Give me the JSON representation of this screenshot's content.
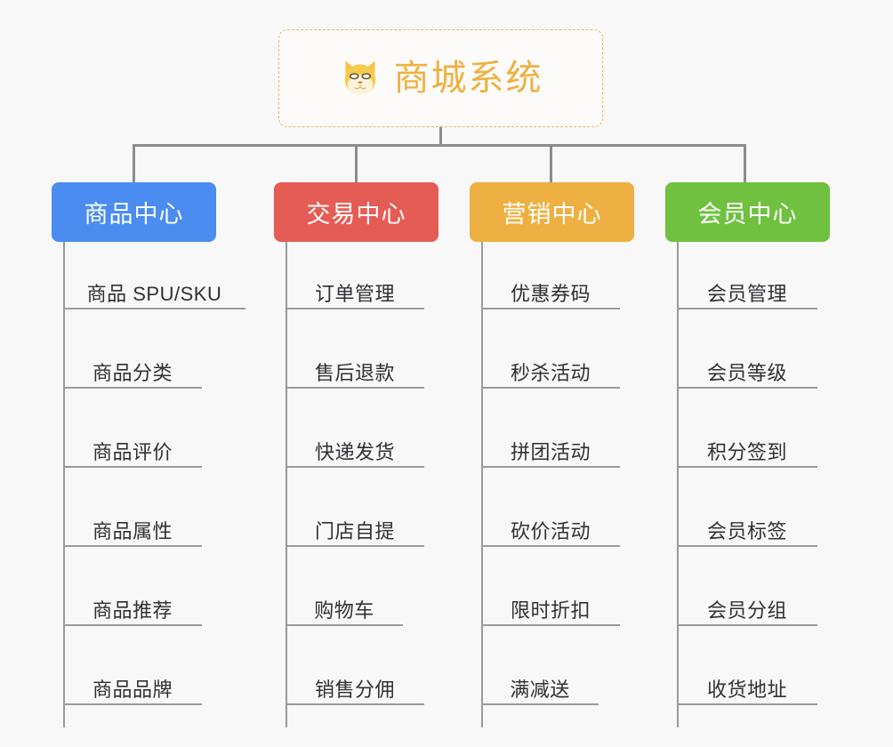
{
  "diagram": {
    "type": "org-tree",
    "background_color": "#f8f8f8",
    "root": {
      "title": "商城系统",
      "icon": "shiba-dog-face-icon",
      "text_color": "#eeb042",
      "border_color": "#e8b964",
      "background_color": "#fcfbf9"
    },
    "connector_color": "#8c8c8c",
    "leaf_line_color": "#9a9a9a",
    "leaf_text_color": "#2f3033",
    "columns": [
      {
        "label": "商品中心",
        "color": "#4a8cf0",
        "items": [
          "商品 SPU/SKU",
          "商品分类",
          "商品评价",
          "商品属性",
          "商品推荐",
          "商品品牌"
        ]
      },
      {
        "label": "交易中心",
        "color": "#e55c55",
        "items": [
          "订单管理",
          "售后退款",
          "快递发货",
          "门店自提",
          "购物车",
          "销售分佣"
        ]
      },
      {
        "label": "营销中心",
        "color": "#eeb042",
        "items": [
          "优惠券码",
          "秒杀活动",
          "拼团活动",
          "砍价活动",
          "限时折扣",
          "满减送"
        ]
      },
      {
        "label": "会员中心",
        "color": "#6fc13f",
        "items": [
          "会员管理",
          "会员等级",
          "积分签到",
          "会员标签",
          "会员分组",
          "收货地址"
        ]
      }
    ]
  }
}
